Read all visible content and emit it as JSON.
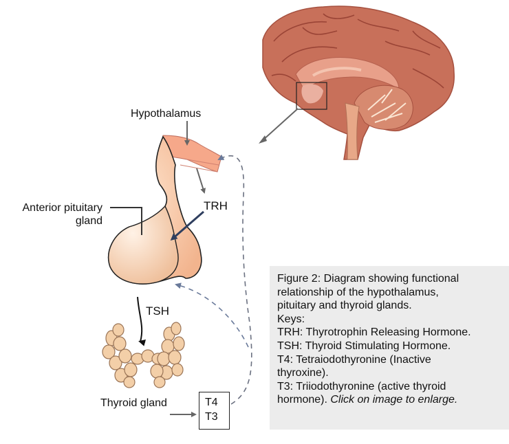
{
  "labels": {
    "hypothalamus": "Hypothalamus",
    "anterior_pituitary_line1": "Anterior pituitary",
    "anterior_pituitary_line2": "gland",
    "trh": "TRH",
    "tsh": "TSH",
    "thyroid_gland": "Thyroid gland",
    "t4": "T4",
    "t3": "T3"
  },
  "caption": {
    "lines": [
      "Figure 2: Diagram showing functional",
      "relationship of the hypothalamus,",
      "pituitary and thyroid glands.",
      "Keys:",
      "TRH: Thyrotrophin Releasing Hormone.",
      "TSH: Thyroid Stimulating Hormone.",
      "T4: Tetraiodothyronine (Inactive",
      "thyroxine).",
      "T3: Triiodothyronine (active thyroid"
    ],
    "last_line_normal": "hormone).  ",
    "last_line_italic": "Click on image to enlarge."
  },
  "colors": {
    "brain_outer": "#c8705a",
    "brain_inner": "#e8a08a",
    "pituitary": "#f9c9a8",
    "hypothalamus_tissue": "#f6a88a",
    "thyroid": "#f3cfa8",
    "arrow_gray": "#666666",
    "arrow_navy": "#2f3f5f",
    "dashed": "#6a7080",
    "caption_bg": "#ececec"
  }
}
